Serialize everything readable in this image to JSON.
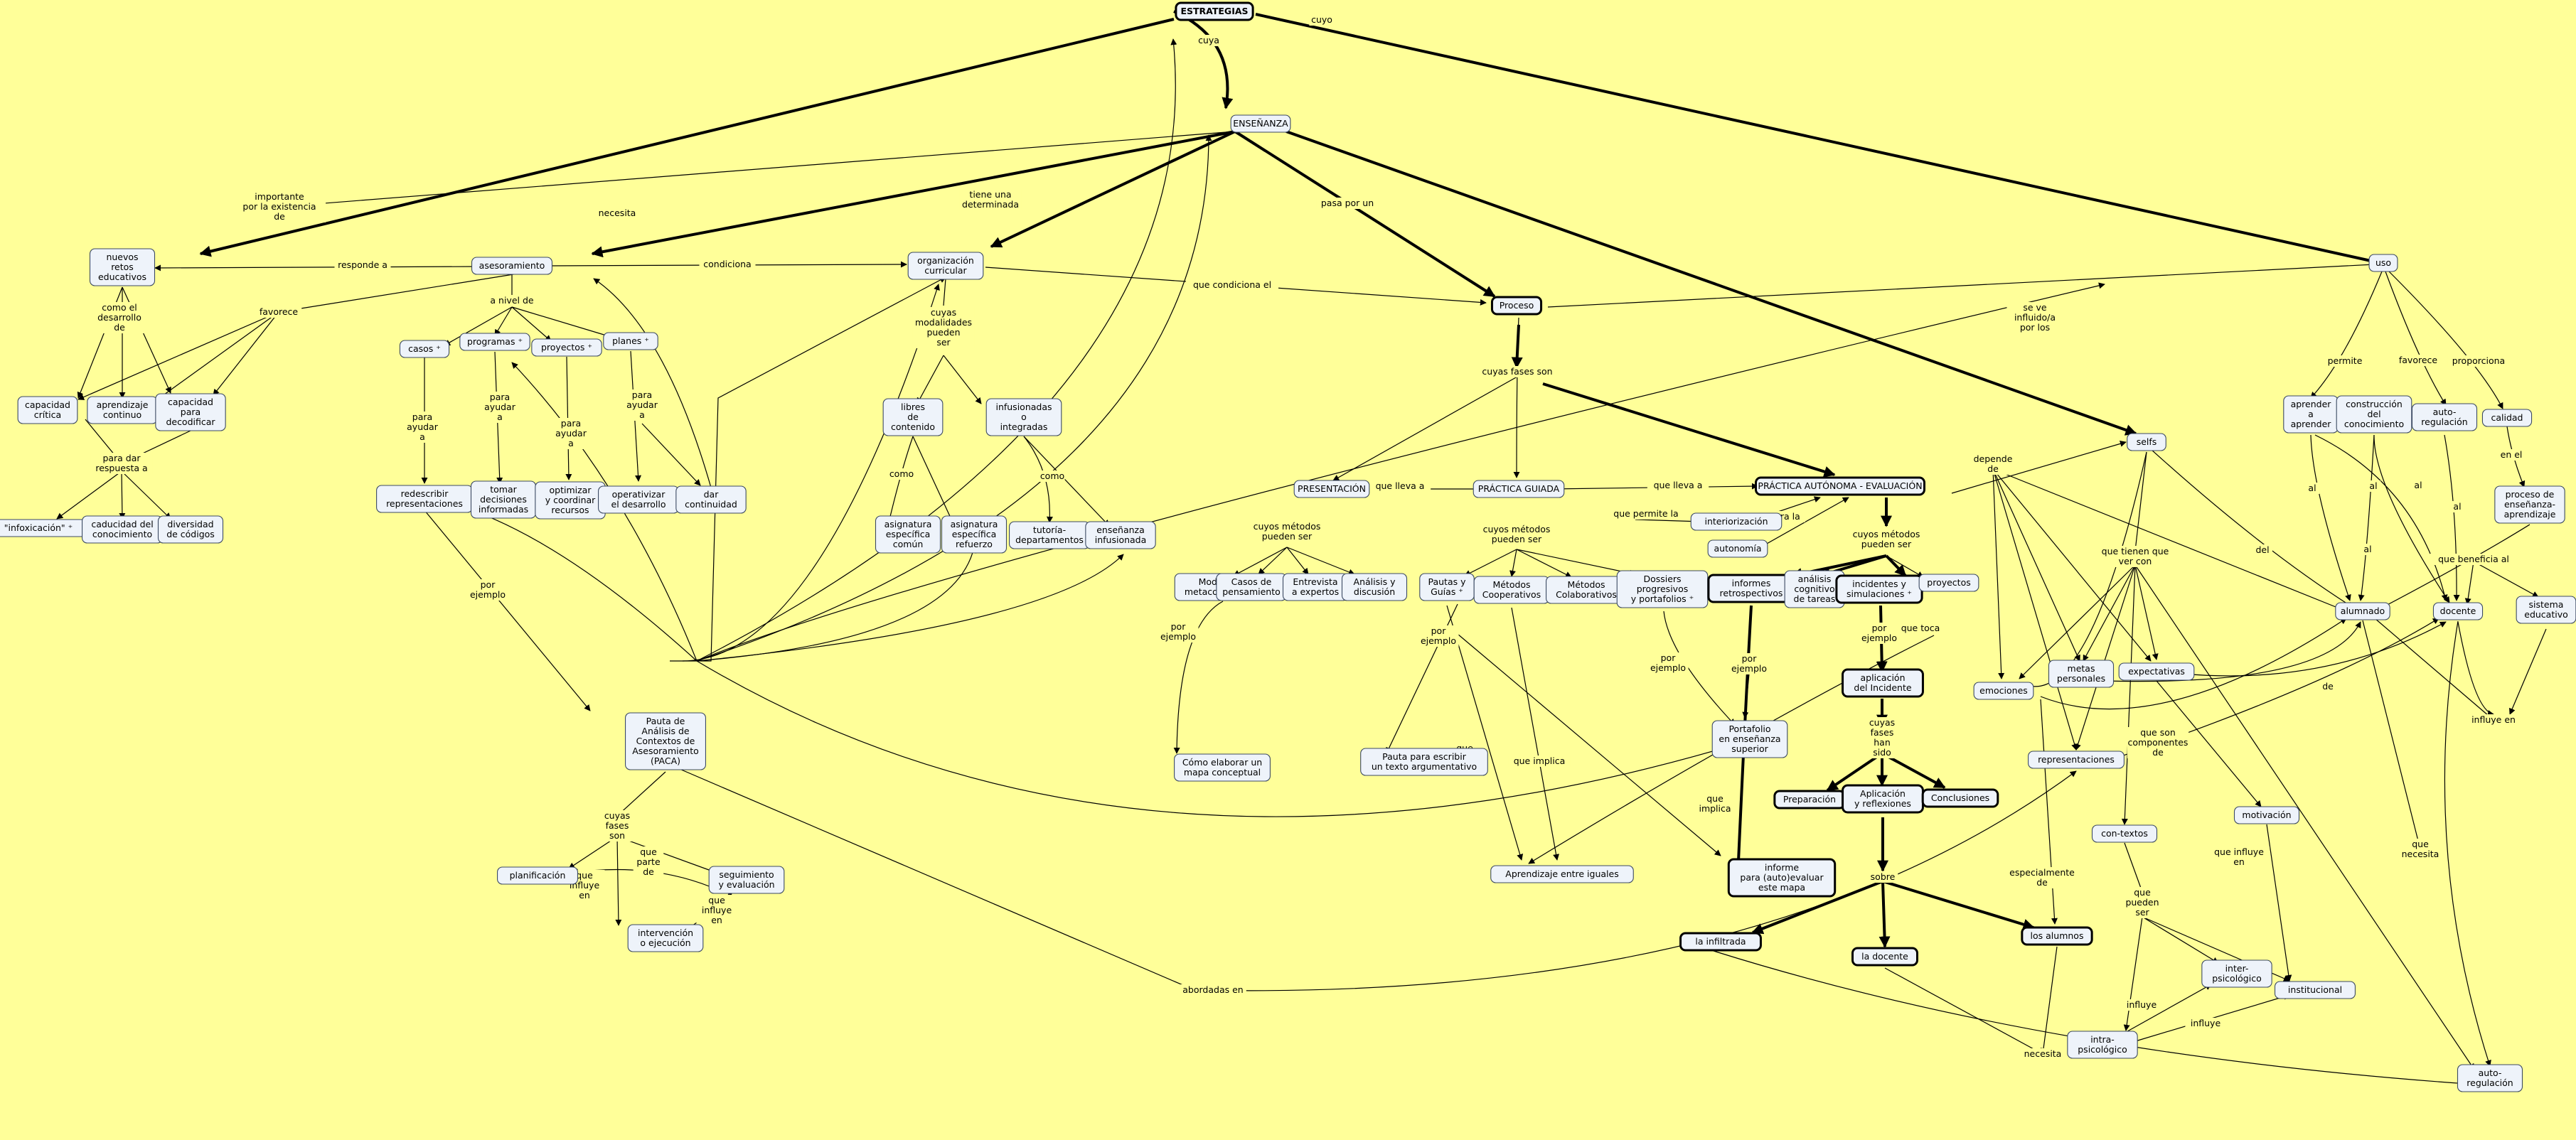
{
  "nodes": {
    "estrategias": "ESTRATEGIAS",
    "ensenanza": "ENSEÑANZA",
    "uso": "uso",
    "nuevos_retos": "nuevos\nretos\neducativos",
    "asesoramiento": "asesoramiento",
    "org_curricular": "organización\ncurricular",
    "proceso": "Proceso",
    "capacidad_critica": "capacidad\ncrítica",
    "aprendizaje_continuo": "aprendizaje\ncontinuo",
    "capacidad_decodificar": "capacidad\npara\ndecodificar",
    "infoxicacion": "\"infoxicación\" ⁺",
    "caducidad": "caducidad del\nconocimiento",
    "diversidad": "diversidad\nde códigos",
    "casos": "casos ⁺",
    "programas": "programas ⁺",
    "proyectos_a": "proyectos ⁺",
    "planes": "planes ⁺",
    "redescribir": "redescribir\nrepresentaciones",
    "tomar_decisiones": "tomar\ndecisiones\ninformadas",
    "optimizar": "optimizar\ny coordinar\nrecursos",
    "operativizar": "operativizar\nel desarrollo",
    "dar_continuidad": "dar\ncontinuidad",
    "pauta_paca": "Pauta de\nAnálisis de\nContextos de\nAsesoramiento\n(PACA)",
    "planificacion": "planificación",
    "seguimiento": "seguimiento\ny evaluación",
    "intervencion": "intervención\no ejecución",
    "libres": "libres\nde\ncontenido",
    "infusionadas": "infusionadas\no\nintegradas",
    "asig_comun": "asignatura\nespecífica\ncomún",
    "asig_refuerzo": "asignatura\nespecífica\nrefuerzo",
    "tutoria": "tutoría-\ndepartamentos",
    "ens_infusionada": "enseñanza\ninfusionada",
    "presentacion": "PRESENTACIÓN",
    "practica_guiada": "PRÁCTICA GUIADA",
    "practica_autonoma": "PRÁCTICA AUTÓNOMA - EVALUACIÓN",
    "modelado": "Modelado\nmetacognitivo ⁺",
    "casos_pensamiento": "Casos de\npensamiento",
    "entrevista": "Entrevista\na expertos",
    "analisis_discusion": "Análisis y\ndiscusión",
    "como_elaborar": "Cómo elaborar un\nmapa conceptual",
    "pautas_guias": "Pautas y\nGuías ⁺",
    "metodos_coop": "Métodos\nCooperativos",
    "metodos_colab": "Métodos\nColaborativos",
    "dossiers": "Dossiers\nprogresivos\ny portafolios ⁺",
    "pauta_texto": "Pauta para escribir\nun texto argumentativo",
    "aprendizaje_iguales": "Aprendizaje entre iguales",
    "portafolio": "Portafolio\nen enseñanza\nsuperior",
    "interiorizacion": "interiorización",
    "autonomia": "autonomía",
    "informes_retro": "informes\nretrospectivos",
    "analisis_cognitivo": "análisis\ncognitivo\nde tareas",
    "incidentes": "incidentes y\nsimulaciones ⁺",
    "proyectos_b": "proyectos",
    "aplicacion_incidente": "aplicación\ndel Incidente",
    "preparacion": "Preparación",
    "aplicacion_reflex": "Aplicación\ny reflexiones",
    "conclusiones": "Conclusiones",
    "informe_autoeval": "informe\npara (auto)evaluar\neste mapa",
    "la_infiltrada": "la infiltrada",
    "la_docente": "la docente",
    "los_alumnos": "los alumnos",
    "selfs": "selfs",
    "emociones": "emociones",
    "metas": "metas\npersonales",
    "expectativas": "expectativas",
    "representaciones": "representaciones",
    "motivacion": "motivación",
    "contextos": "con-textos",
    "inter_psico": "inter-\npsicológico",
    "institucional": "institucional",
    "intra_psico": "intra-\npsicológico",
    "aprender": "aprender\na\naprender",
    "construccion": "construcción\ndel\nconocimiento",
    "autorreg_a": "auto-\nregulación",
    "calidad": "calidad",
    "proceso_ea": "proceso de\nenseñanza-\naprendizaje",
    "alumnado": "alumnado",
    "docente": "docente",
    "sistema": "sistema\neducativo",
    "autorreg_b": "auto-\nregulación"
  },
  "links": {
    "cuya": "cuya",
    "cuyo": "cuyo",
    "importante": "importante\npor la existencia\nde",
    "necesita_a": "necesita",
    "tiene_una": "tiene una\ndeterminada",
    "pasa_por": "pasa por un",
    "se_ve": "se ve\ninfluido/a\npor los",
    "responde": "responde a",
    "condiciona": "condiciona",
    "que_condiciona": "que condiciona el",
    "como_desarrollo": "como el\ndesarrollo\nde",
    "favorece_a": "favorece",
    "para_dar": "para dar\nrespuesta a",
    "a_nivel": "a nivel de",
    "para_ayudar_1": "para\nayudar\na",
    "para_ayudar_2": "para\nayudar\na",
    "para_ayudar_3": "para\nayudar\na",
    "para_ayudar_4": "para\nayudar\na",
    "por_ejemplo_a": "por\nejemplo",
    "cuyas_fases_a": "cuyas\nfases\nson",
    "que_parte": "que\nparte\nde",
    "que_influye_a": "que\ninfluye\nen",
    "que_influye_b": "que\ninfluye\nen",
    "cuyas_modalidades": "cuyas\nmodalidades\npueden\nser",
    "como_a": "como",
    "como_b": "como",
    "cuyas_fases_son": "cuyas fases son",
    "que_lleva_a1": "que lleva a",
    "que_lleva_a2": "que lleva a",
    "metodos_a": "cuyos métodos\npueden ser",
    "metodos_b": "cuyos métodos\npueden ser",
    "metodos_c": "cuyos métodos\npueden ser",
    "por_ejemplo_b": "por\nejemplo",
    "por_ejemplo_c": "por\nejemplo",
    "por_ejemplo_d": "por\nejemplo",
    "por_ejemplo_e": "por\nejemplo",
    "por_ejemplo_f": "por\nejemplo",
    "que_implica_a": "que\nimplica",
    "que_implica_b": "que implica",
    "que_implica_c": "que\nimplica",
    "que_permite": "que permite la",
    "para_la": "para la",
    "que_toca": "que toca",
    "cuyas_fases_han": "cuyas\nfases\nhan\nsido",
    "sobre": "sobre",
    "depende_de": "depende\nde",
    "que_tienen": "que tienen que\nver con",
    "que_son": "que son\ncomponentes\nde",
    "de": "de",
    "que_influye_c": "que influye\nen",
    "especialmente": "especialmente\nde",
    "que_pueden": "que\npueden\nser",
    "influye_a": "influye",
    "influye_b": "influye",
    "abordadas": "abordadas en",
    "necesita_b": "necesita",
    "permite": "permite",
    "favorece_b": "favorece",
    "proporciona": "proporciona",
    "al_1": "al",
    "al_2": "al",
    "al_3": "al",
    "al_4": "al",
    "al_5": "al",
    "en_el": "en el",
    "del": "del",
    "que_beneficia": "que beneficia al",
    "influye_en": "influye en",
    "que_necesita": "que\nnecesita"
  }
}
